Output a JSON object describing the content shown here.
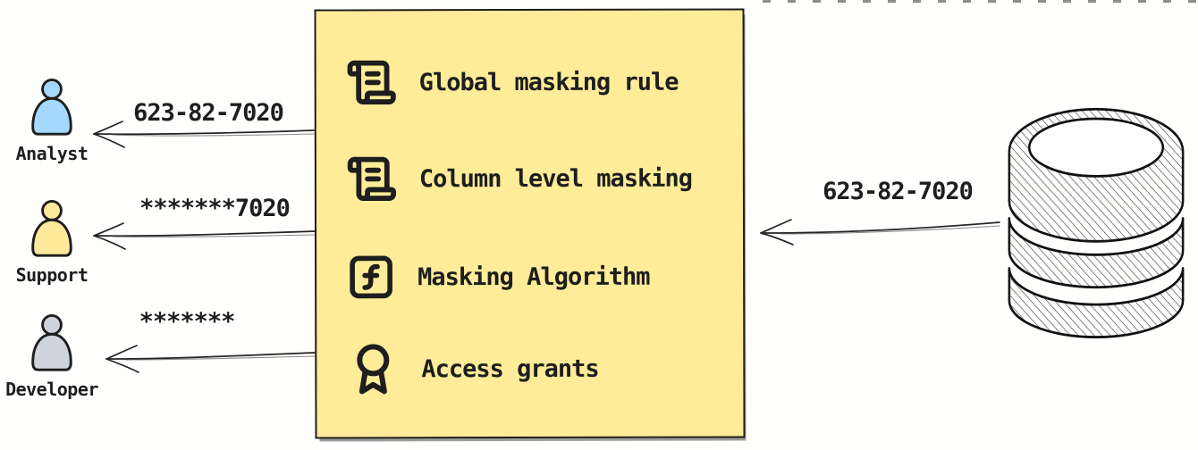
{
  "users": [
    {
      "name": "Analyst",
      "received_value": "623-82-7020",
      "avatar_color": "#a5d8ff",
      "avatar_icon": "person-icon"
    },
    {
      "name": "Support",
      "received_value": "*******7020",
      "avatar_color": "#ffe99a",
      "avatar_icon": "person-icon"
    },
    {
      "name": "Developer",
      "received_value": "*******",
      "avatar_color": "#ced4da",
      "avatar_icon": "person-icon"
    }
  ],
  "masking_box": {
    "background_color": "#ffec99",
    "items": [
      {
        "icon": "scroll-text-icon",
        "label": "Global masking rule"
      },
      {
        "icon": "scroll-text-icon",
        "label": "Column level masking"
      },
      {
        "icon": "function-square-icon",
        "label": "Masking Algorithm"
      },
      {
        "icon": "award-icon",
        "label": "Access grants"
      }
    ]
  },
  "database": {
    "icon": "database-cylinder-icon",
    "output_value": "623-82-7020"
  },
  "colors": {
    "ink": "#1e1e1e",
    "shadow": "#9c9c9c"
  }
}
